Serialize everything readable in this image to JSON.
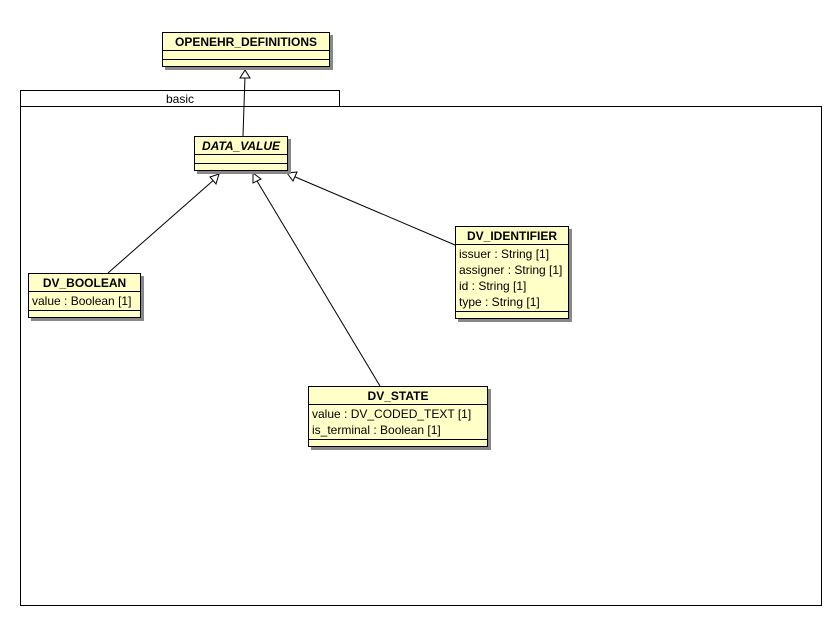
{
  "package": {
    "name": "basic"
  },
  "classes": {
    "openehr_definitions": {
      "name": "OPENEHR_DEFINITIONS",
      "attributes": []
    },
    "data_value": {
      "name": "DATA_VALUE",
      "abstract": true,
      "attributes": []
    },
    "dv_boolean": {
      "name": "DV_BOOLEAN",
      "attributes": [
        "value : Boolean [1]"
      ]
    },
    "dv_identifier": {
      "name": "DV_IDENTIFIER",
      "attributes": [
        "issuer : String [1]",
        "assigner : String [1]",
        "id : String [1]",
        "type : String [1]"
      ]
    },
    "dv_state": {
      "name": "DV_STATE",
      "attributes": [
        "value : DV_CODED_TEXT [1]",
        "is_terminal : Boolean [1]"
      ]
    }
  },
  "colors": {
    "class_fill": "#ffffc8",
    "line": "#000000"
  }
}
